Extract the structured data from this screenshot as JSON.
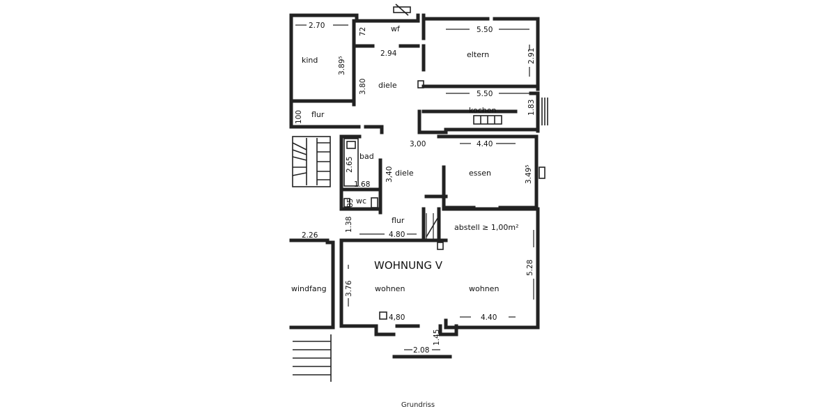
{
  "caption": "Grundriss",
  "title": "WOHNUNG V",
  "rooms": {
    "kind": "kind",
    "wf": "wf",
    "eltern": "eltern",
    "diele_top": "diele",
    "flur_top": "flur",
    "kochen": "kochen",
    "bad": "bad",
    "diele_mid": "diele",
    "essen": "essen",
    "wc": "wc",
    "flur_mid": "flur",
    "abstell": "abstell ≥ 1,00m²",
    "windfang": "windfang",
    "wohnen_left": "wohnen",
    "wohnen_right": "wohnen"
  },
  "dims": {
    "d_270": "2.70",
    "d_389": "3.89⁵",
    "d_72": "72",
    "d_550a": "5.50",
    "d_294": "2.94",
    "d_291": "2.91",
    "d_380": "3.80",
    "d_550b": "5.50",
    "d_183": "1.83",
    "d_100": "100",
    "d_300": "3,00",
    "d_440a": "4.40",
    "d_265": "2.65",
    "d_340": "3,40",
    "d_349": "3.49⁵",
    "d_168": "1.68",
    "d_85": "85",
    "d_138": "1.38",
    "d_480a": "4.80",
    "d_226": "2.26",
    "d_376": "3.76",
    "d_528": "5.28",
    "d_480b": "4,80",
    "d_440b": "4.40",
    "d_145": "1.45",
    "d_208": "2.08"
  }
}
